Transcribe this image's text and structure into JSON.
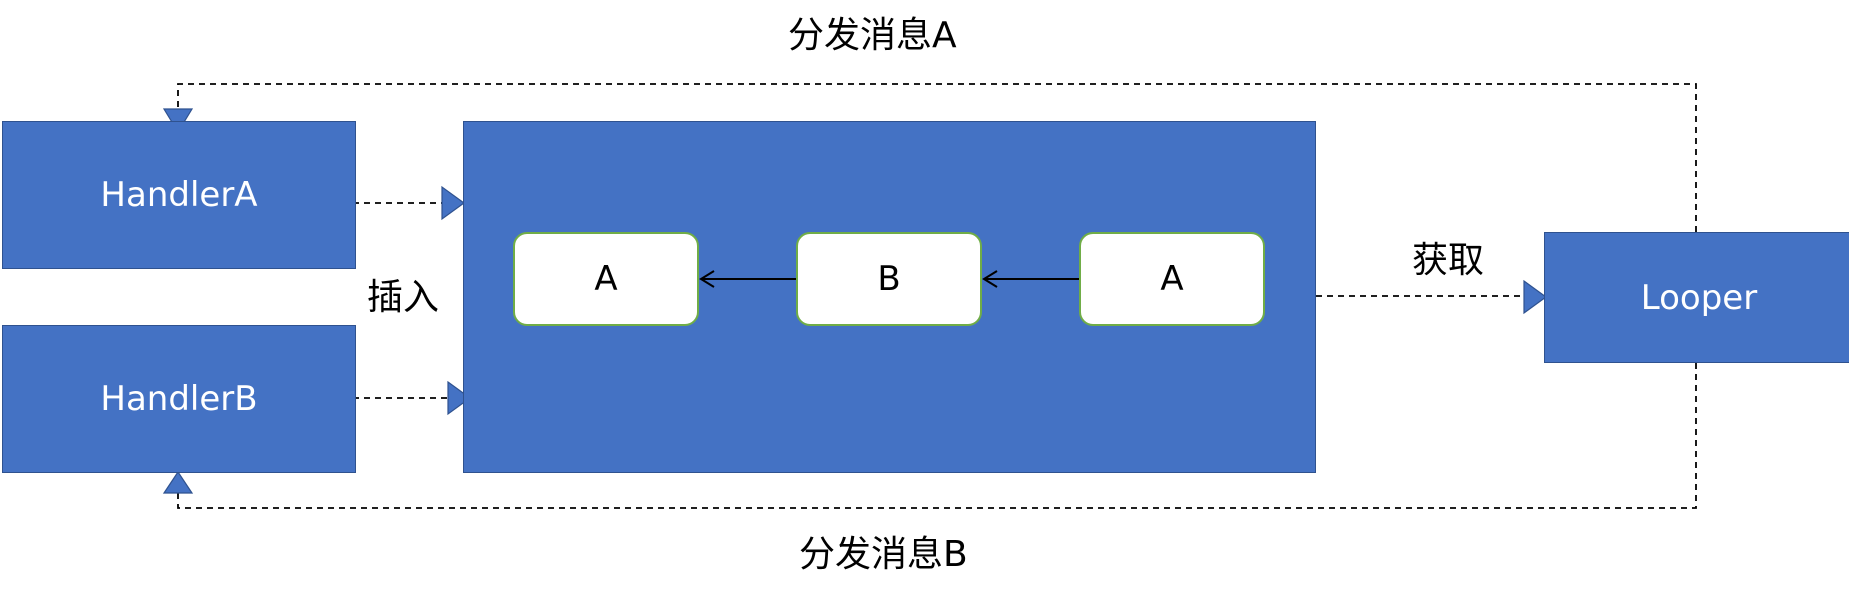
{
  "handlers": [
    {
      "label": "HandlerA"
    },
    {
      "label": "HandlerB"
    }
  ],
  "queue": {
    "messages": [
      {
        "label": "A"
      },
      {
        "label": "B"
      },
      {
        "label": "A"
      }
    ]
  },
  "looper": {
    "label": "Looper"
  },
  "edges": {
    "insert_label": "插入",
    "fetch_label": "获取",
    "dispatch_a_label": "分发消息A",
    "dispatch_b_label": "分发消息B"
  },
  "colors": {
    "box_fill": "#4472C4",
    "box_border": "#2F528F",
    "message_border": "#70AD47"
  }
}
